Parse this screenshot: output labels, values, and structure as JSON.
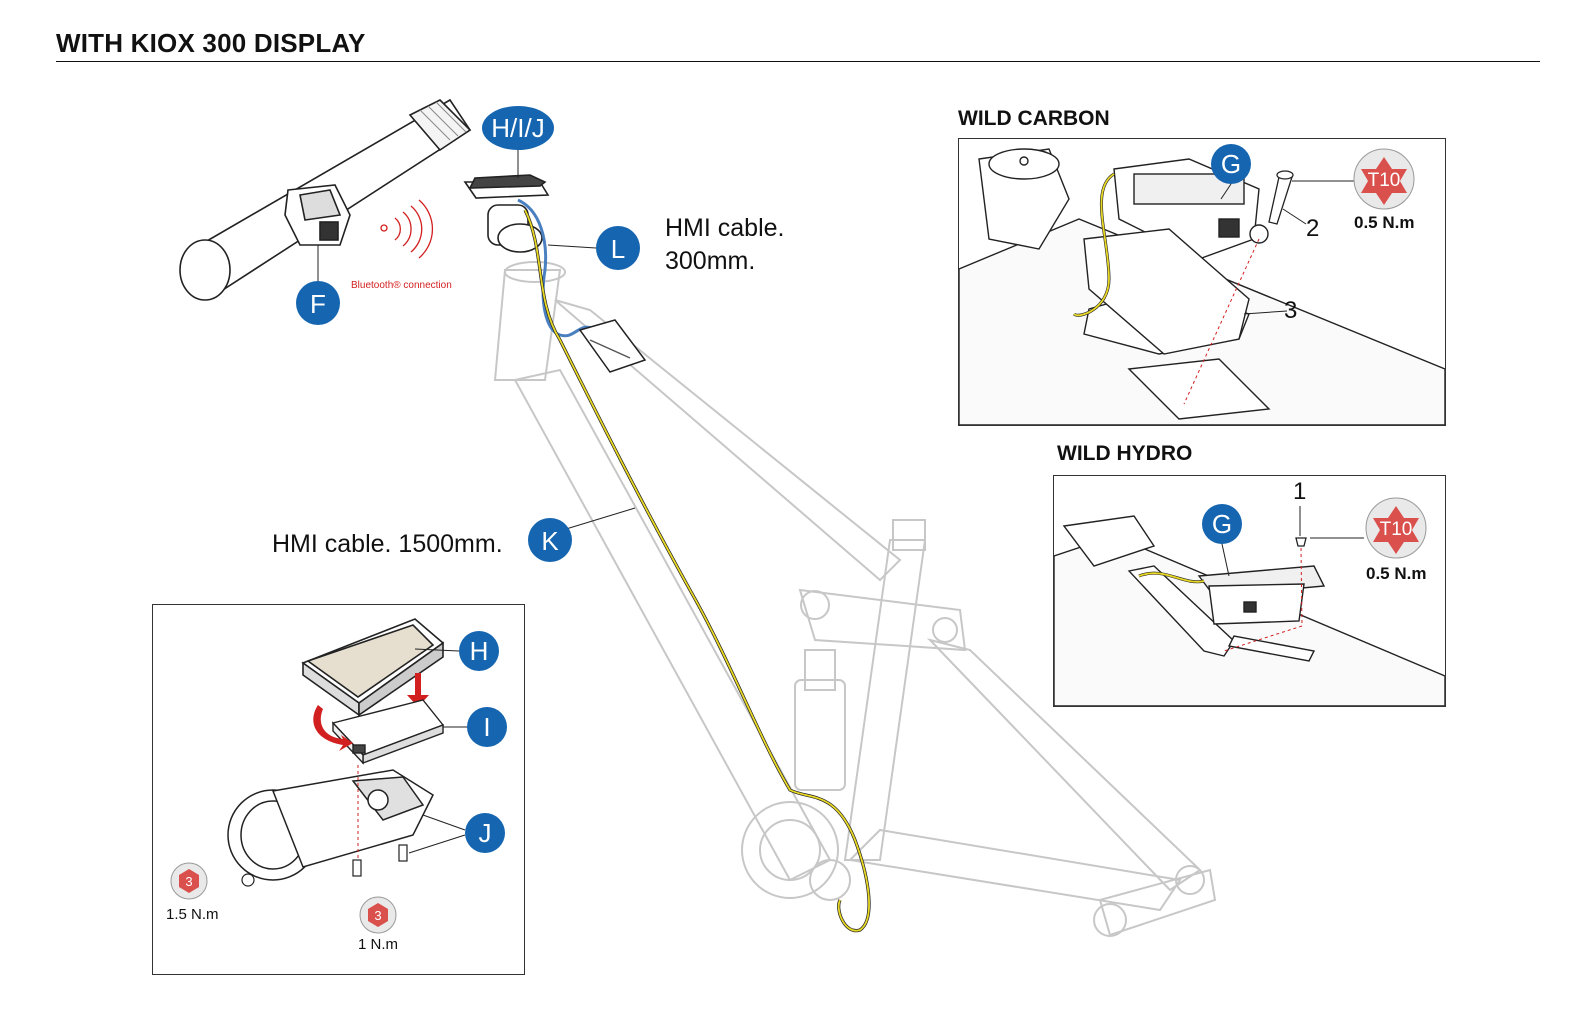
{
  "title": "WITH KIOX 300 DISPLAY",
  "sections": {
    "wild_carbon": "WILD CARBON",
    "wild_hydro": "WILD HYDRO"
  },
  "callouts": {
    "hmi_300_line1": "HMI cable.",
    "hmi_300_line2": "300mm.",
    "hmi_1500": "HMI cable. 1500mm.",
    "bluetooth": "Bluetooth® connection"
  },
  "badges": {
    "hij": "H/I/J",
    "l": "L",
    "f": "F",
    "k": "K",
    "g_carbon": "G",
    "g_hydro": "G",
    "h": "H",
    "i": "I",
    "j": "J"
  },
  "tools": {
    "t10": "T10",
    "hex3": "3"
  },
  "torques": {
    "carbon": "0.5 N.m",
    "hydro": "0.5 N.m",
    "stem_clamp": "1.5 N.m",
    "mount_screws": "1 N.m"
  },
  "part_numbers": {
    "carbon_screw": "2",
    "carbon_cover": "3",
    "hydro_screw": "1"
  },
  "colors": {
    "badge_blue": "#1565b0",
    "tool_red": "#d9504d",
    "cable_yellow": "#e8d825",
    "cable_blue": "#4a7fc0",
    "guide_red": "#d21f1f"
  }
}
